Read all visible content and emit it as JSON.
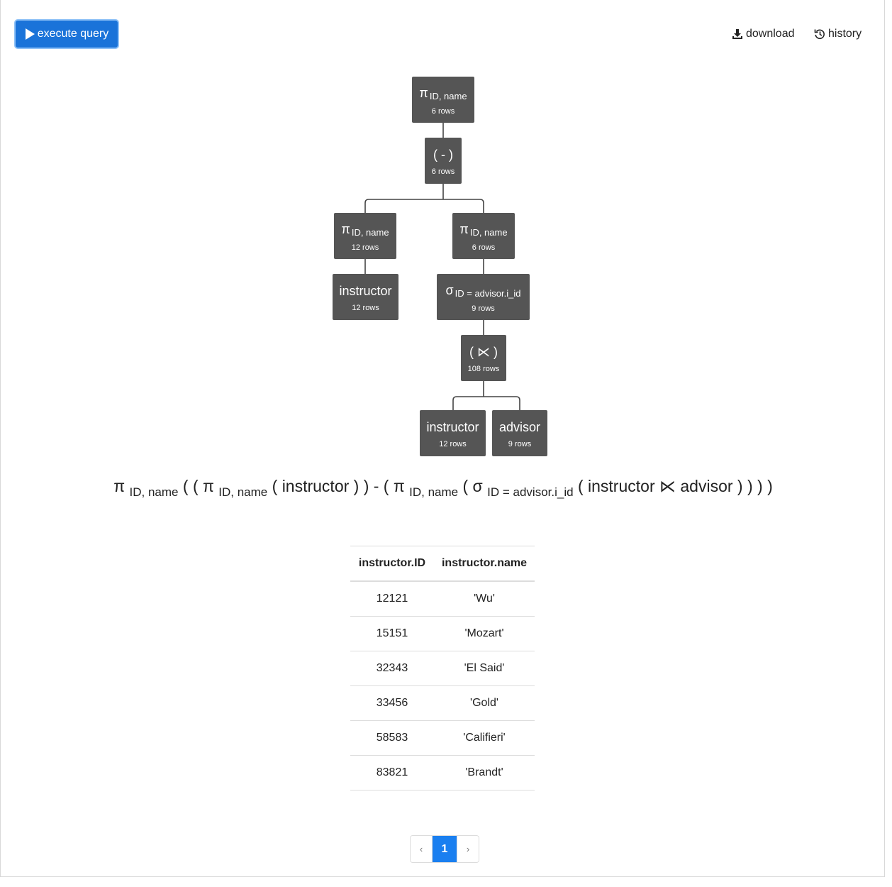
{
  "toolbar": {
    "execute_label": "execute query",
    "download_label": "download",
    "history_label": "history"
  },
  "tree": {
    "nodes": [
      {
        "id": "root-projection",
        "symbol": "π",
        "sub": "ID, name",
        "rows": "6 rows"
      },
      {
        "id": "difference",
        "symbol": "( - )",
        "sub": "",
        "rows": "6 rows"
      },
      {
        "id": "left-projection",
        "symbol": "π",
        "sub": "ID, name",
        "rows": "12 rows"
      },
      {
        "id": "right-projection",
        "symbol": "π",
        "sub": "ID, name",
        "rows": "6 rows"
      },
      {
        "id": "instructor-left",
        "symbol": "instructor",
        "sub": "",
        "rows": "12 rows"
      },
      {
        "id": "selection",
        "symbol": "σ",
        "sub": "ID = advisor.i_id",
        "rows": "9 rows"
      },
      {
        "id": "join",
        "symbol": "( ⋉ )",
        "sub": "",
        "rows": "108 rows"
      },
      {
        "id": "instructor-right",
        "symbol": "instructor",
        "sub": "",
        "rows": "12 rows"
      },
      {
        "id": "advisor",
        "symbol": "advisor",
        "sub": "",
        "rows": "9 rows"
      }
    ]
  },
  "expression": {
    "p1": "π",
    "s1": "ID, name",
    "p2": "( ( π",
    "s2": "ID, name",
    "p3": "( instructor ) ) - ( π",
    "s3": "ID, name",
    "p4": "( σ",
    "s4": "ID = advisor.i_id",
    "p5": "( instructor ⋉ advisor ) ) ) )"
  },
  "table": {
    "headers": [
      "instructor.ID",
      "instructor.name"
    ],
    "rows": [
      [
        "12121",
        "'Wu'"
      ],
      [
        "15151",
        "'Mozart'"
      ],
      [
        "32343",
        "'El Said'"
      ],
      [
        "33456",
        "'Gold'"
      ],
      [
        "58583",
        "'Califieri'"
      ],
      [
        "83821",
        "'Brandt'"
      ]
    ]
  },
  "pagination": {
    "prev": "‹",
    "current": "1",
    "next": "›"
  },
  "colors": {
    "accent": "#1a73d9",
    "node_bg": "#555555",
    "page_active": "#1a7ff0"
  }
}
